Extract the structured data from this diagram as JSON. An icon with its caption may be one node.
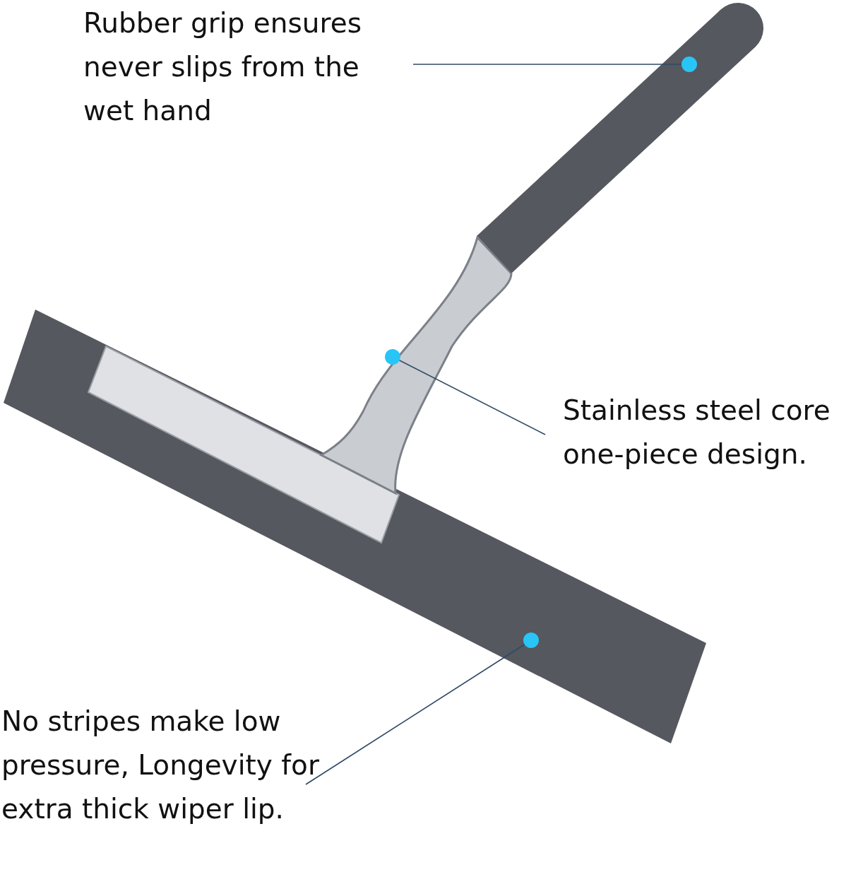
{
  "diagram": {
    "nodes": [
      {
        "text": [
          "Rubber grip ensures never slips from the wet hand"
        ]
      },
      {
        "text": [],
        "shape": "picture"
      },
      {
        "text": [
          "Stainless steel core one-piece design."
        ]
      },
      {
        "text": [],
        "shape": "picture"
      },
      {
        "text": [
          "No stripes make low pressure, Longevity for extra thick wiper lip."
        ]
      },
      {
        "text": [],
        "shape": "picture"
      }
    ],
    "edges": [
      {
        "from": 0,
        "to": 1,
        "arrow": "other"
      },
      {
        "from": 2,
        "to": 3,
        "arrow": "other"
      },
      {
        "from": 4,
        "to": 5,
        "arrow": "other"
      }
    ]
  }
}
